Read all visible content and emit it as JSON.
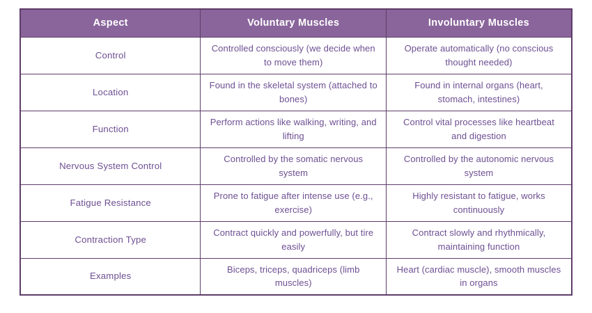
{
  "colors": {
    "page_bg": "#ffffff",
    "header_bg": "#8a659b",
    "header_text": "#ffffff",
    "border": "#5d3c68",
    "cell_text": "#6d4f92"
  },
  "table": {
    "columns": [
      "Aspect",
      "Voluntary Muscles",
      "Involuntary Muscles"
    ],
    "rows": [
      {
        "aspect": "Control",
        "voluntary": "Controlled consciously (we decide when to move them)",
        "involuntary": "Operate automatically (no conscious thought needed)"
      },
      {
        "aspect": "Location",
        "voluntary": "Found in the skeletal system (attached to bones)",
        "involuntary": "Found in internal organs (heart, stomach, intestines)"
      },
      {
        "aspect": "Function",
        "voluntary": "Perform actions like walking, writing, and lifting",
        "involuntary": "Control vital processes like heartbeat and digestion"
      },
      {
        "aspect": "Nervous System Control",
        "voluntary": "Controlled by the somatic nervous system",
        "involuntary": "Controlled by the autonomic nervous system"
      },
      {
        "aspect": "Fatigue Resistance",
        "voluntary": "Prone to fatigue after intense use (e.g., exercise)",
        "involuntary": "Highly resistant to fatigue, works continuously"
      },
      {
        "aspect": "Contraction Type",
        "voluntary": "Contract quickly and powerfully, but tire easily",
        "involuntary": "Contract slowly and rhythmically, maintaining function"
      },
      {
        "aspect": "Examples",
        "voluntary": "Biceps, triceps, quadriceps (limb muscles)",
        "involuntary": "Heart (cardiac muscle), smooth muscles in organs"
      }
    ]
  }
}
